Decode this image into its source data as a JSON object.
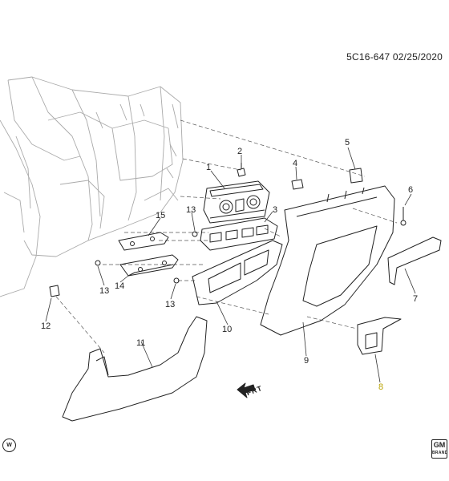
{
  "header": {
    "code": "5C16-647  02/25/2020"
  },
  "callouts": [
    {
      "id": "1",
      "label": "1"
    },
    {
      "id": "2",
      "label": "2"
    },
    {
      "id": "3",
      "label": "3"
    },
    {
      "id": "4",
      "label": "4"
    },
    {
      "id": "5",
      "label": "5"
    },
    {
      "id": "6",
      "label": "6"
    },
    {
      "id": "7",
      "label": "7"
    },
    {
      "id": "8",
      "label": "8",
      "highlight": true
    },
    {
      "id": "9",
      "label": "9"
    },
    {
      "id": "10",
      "label": "10"
    },
    {
      "id": "11",
      "label": "11"
    },
    {
      "id": "12",
      "label": "12"
    },
    {
      "id": "13a",
      "label": "13"
    },
    {
      "id": "13b",
      "label": "13"
    },
    {
      "id": "13c",
      "label": "13"
    },
    {
      "id": "14",
      "label": "14"
    },
    {
      "id": "15",
      "label": "15"
    }
  ],
  "direction_marker": {
    "text": "FRT"
  },
  "logos": {
    "gm_text": "GM",
    "gm_sub": "BRAND",
    "wm_text": "W"
  },
  "colors": {
    "line": "#222222",
    "highlight": "#b8a200",
    "background": "#ffffff"
  }
}
